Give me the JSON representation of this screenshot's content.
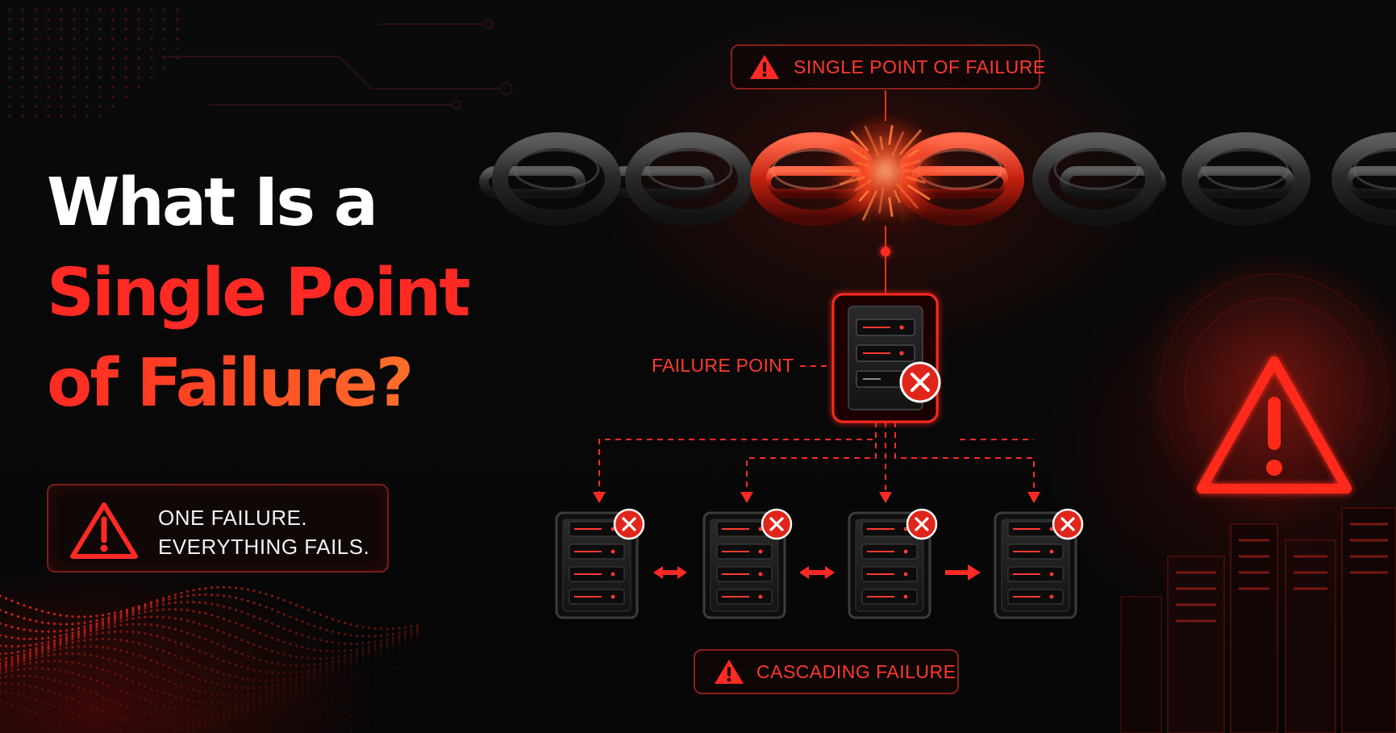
{
  "headline": {
    "line1": "What Is a",
    "line2": "Single Point",
    "line3": "of Failure?"
  },
  "slogan": {
    "line1": "ONE FAILURE.",
    "line2": "EVERYTHING FAILS."
  },
  "labels": {
    "single_point": "SINGLE POINT OF FAILURE",
    "failure_point": "FAILURE POINT",
    "cascading": "CASCADING FAILURE"
  },
  "icons": {
    "warning": "warning-triangle-icon",
    "error": "x-circle-icon",
    "server": "server-icon",
    "chain": "chain-link-icon"
  },
  "colors": {
    "accent": "#ff2a23",
    "accent_orange": "#ff7b2c",
    "background": "#070707",
    "box_border": "#8c1f19",
    "text_white": "#ffffff"
  }
}
